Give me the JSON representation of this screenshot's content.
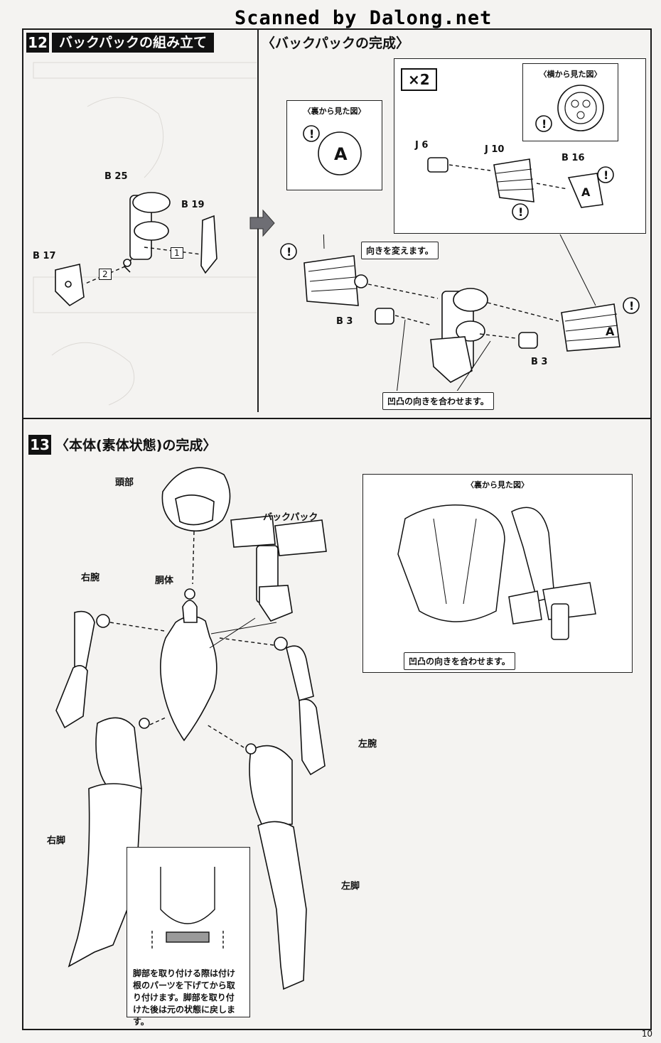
{
  "watermark": "Scanned by Dalong.net",
  "step12": {
    "number": "12",
    "title": "バックパックの組み立て",
    "result_heading": "〈バックパックの完成〉",
    "parts": {
      "b25": "B 25",
      "b19": "B 19",
      "b17": "B 17",
      "b3_left": "B 3",
      "b3_right": "B 3",
      "j6": "J 6",
      "j10": "J 10",
      "b16": "B 16"
    },
    "order_1": "1",
    "order_2": "2",
    "multiplier": "×2",
    "view_back_title": "〈裏から見た図〉",
    "view_side_title": "〈横から見た図〉",
    "callout_rotate": "向きを変えます。",
    "callout_align": "凹凸の向きを合わせます。",
    "caution": "!"
  },
  "step13": {
    "number": "13",
    "title": "〈本体(素体状態)の完成〉",
    "labels": {
      "head": "頭部",
      "backpack": "バックパック",
      "right_arm": "右腕",
      "torso": "胴体",
      "left_arm": "左腕",
      "right_leg": "右脚",
      "left_leg": "左脚"
    },
    "view_back_title": "〈裏から見た図〉",
    "callout_align": "凹凸の向きを合わせます。",
    "note": "脚部を取り付ける際は付け根のパーツを下げてから取り付けます。脚部を取り付けた後は元の状態に戻します。"
  },
  "page_number": "10"
}
